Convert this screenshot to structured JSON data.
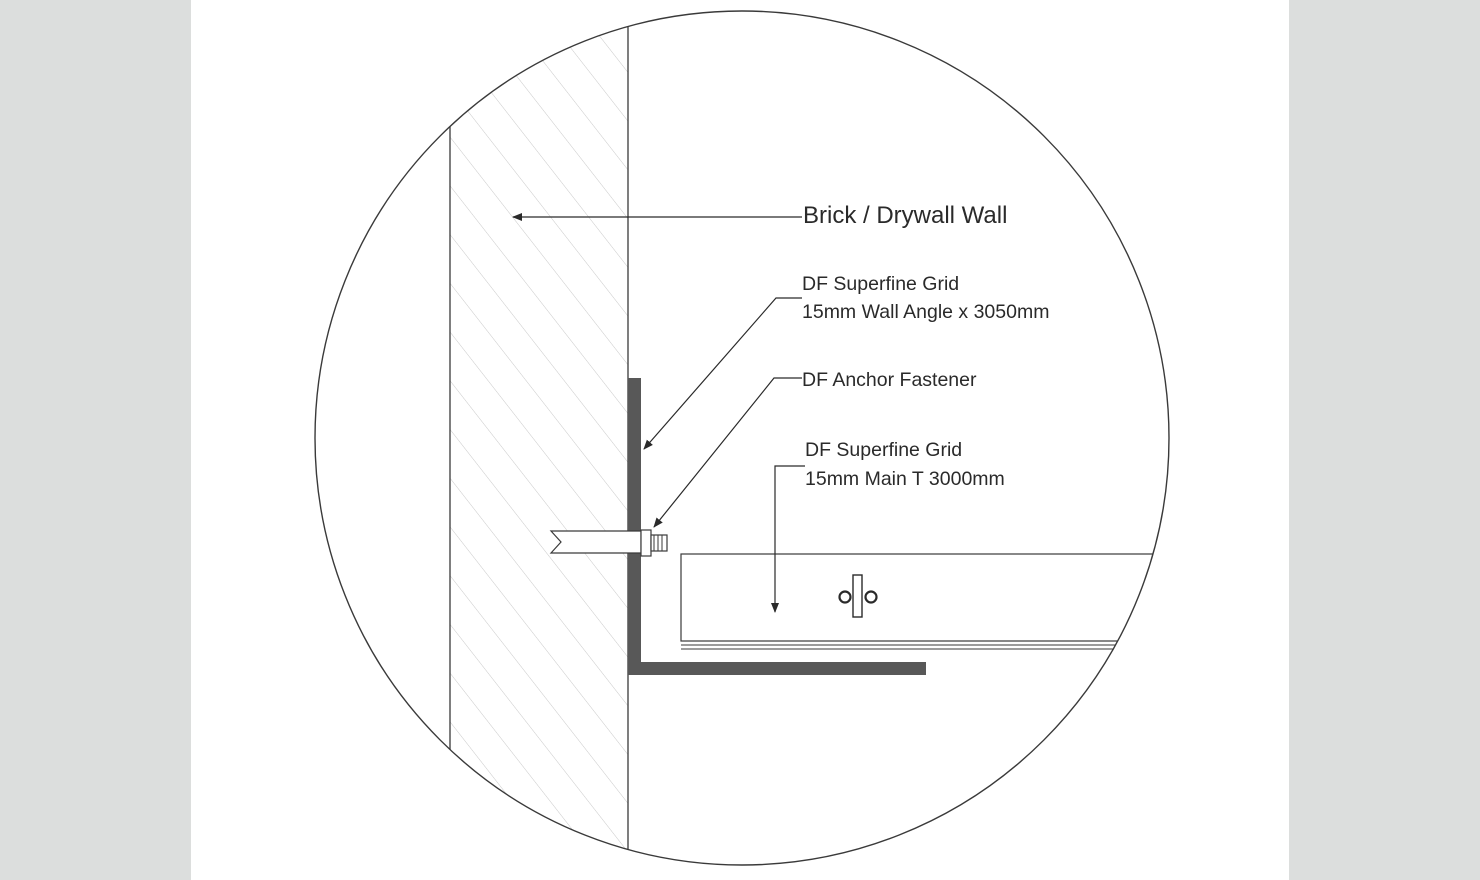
{
  "labels": {
    "wall": "Brick / Drywall Wall",
    "wall_angle_line1": "DF Superfine Grid",
    "wall_angle_line2": "15mm Wall Angle x 3050mm",
    "anchor": "DF Anchor Fastener",
    "main_t_line1": "DF Superfine Grid",
    "main_t_line2": "15mm Main T 3000mm"
  },
  "colors": {
    "page_background": "#dcdedd",
    "sheet_background": "#ffffff",
    "line": "#3a3a3a",
    "hatch": "#c8c8c8",
    "angle_fill": "#585858"
  }
}
